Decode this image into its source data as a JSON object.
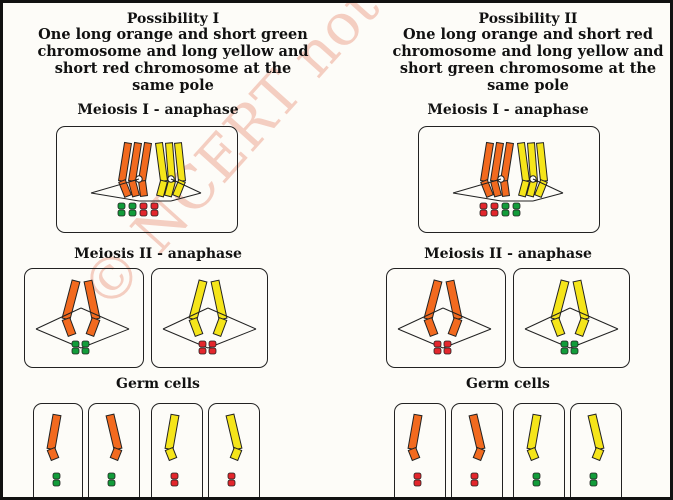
{
  "watermark": "© NCERT not to be republished",
  "columns": [
    {
      "title": "Possibility I",
      "heading_lines": [
        "One long orange and short green",
        "chromosome and long yellow and",
        "short red chromosome at the",
        "same pole"
      ],
      "stage_labels": [
        "Meiosis I - anaphase",
        "Meiosis II - anaphase",
        "Germ cells"
      ]
    },
    {
      "title": "Possibility II",
      "heading_lines": [
        "One long orange and short red",
        "chromosome and long yellow and",
        "short green chromosome at the",
        "same pole"
      ],
      "stage_labels": [
        "Meiosis I - anaphase",
        "Meiosis II - anaphase",
        "Germ cells"
      ]
    }
  ],
  "colors": {
    "orange": "#f26a1f",
    "yellow": "#f5e51a",
    "green": "#129c3a",
    "red": "#e3262c",
    "watermark": "#f3c6b8"
  }
}
